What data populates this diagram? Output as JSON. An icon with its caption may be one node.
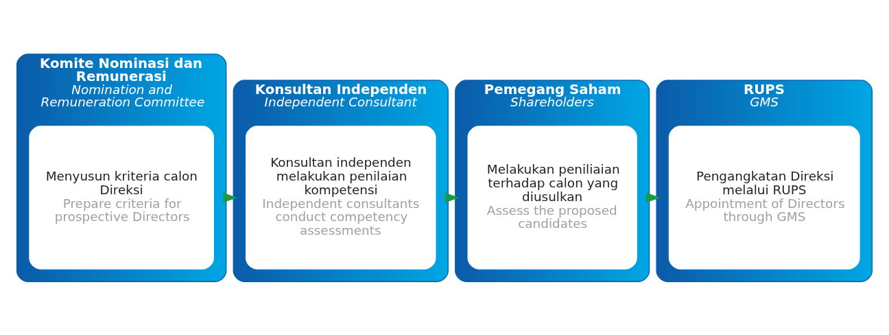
{
  "diagram": {
    "nodes": [
      {
        "text": [
          "Komite Nominasi dan Remunerasi",
          "Nomination and Remuneration Committee"
        ]
      },
      {
        "text": [
          "Menyusun kriteria calon Direksi",
          "Prepare criteria for prospective Directors"
        ],
        "in": 0
      },
      {
        "text": [
          "Konsultan Independen",
          "Independent Consultant"
        ]
      },
      {
        "text": [
          "Konsultan independen melakukan penilaian kompetensi",
          "Independent consultants conduct competency assessments"
        ],
        "in": 2
      },
      {
        "text": [
          "Pemegang Saham",
          "Shareholders"
        ]
      },
      {
        "text": [
          "Melakukan peniliaian terhadap calon yang diusulkan",
          "Assess the proposed candidates"
        ],
        "in": 4
      },
      {
        "text": [
          "RUPS",
          "GMS"
        ]
      },
      {
        "text": [
          "Pengangkatan Direksi melalui RUPS",
          "Appointment of Directors through GMS"
        ],
        "in": 6
      }
    ],
    "edges": [
      {
        "from": 0,
        "to": 2,
        "arrow": "to"
      },
      {
        "from": 2,
        "to": 4,
        "arrow": "to"
      },
      {
        "from": 4,
        "to": 6,
        "arrow": "to"
      }
    ]
  }
}
